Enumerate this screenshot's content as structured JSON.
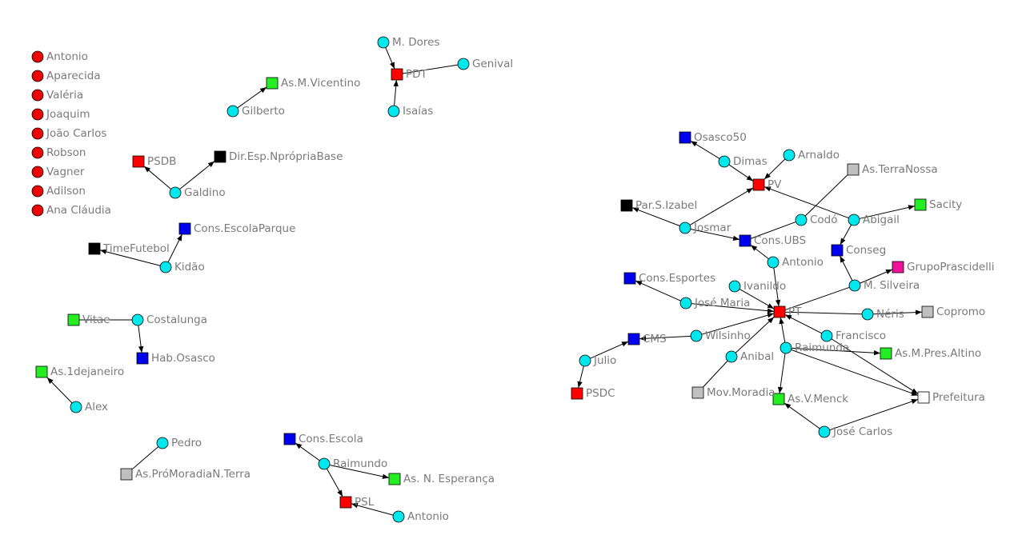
{
  "colors": {
    "person": "#00e8ee",
    "isolated": "#ee0000",
    "party": "#ff0000",
    "association": "#22ee22",
    "council": "#0000ee",
    "other": "#c0c0c0",
    "informal": "#000000",
    "public": "#ffffff",
    "business": "#ee1199",
    "edge": "#000000",
    "label": "#7a7a7a"
  },
  "nodes": [
    {
      "id": "antonio_iso",
      "label": "Antonio",
      "kind": "isolated",
      "shape": "circle"
    },
    {
      "id": "aparecida",
      "label": "Aparecida",
      "kind": "isolated",
      "shape": "circle"
    },
    {
      "id": "valeria",
      "label": "Valéria",
      "kind": "isolated",
      "shape": "circle"
    },
    {
      "id": "joaquim",
      "label": "Joaquim",
      "kind": "isolated",
      "shape": "circle"
    },
    {
      "id": "joaocarlos",
      "label": "João Carlos",
      "kind": "isolated",
      "shape": "circle"
    },
    {
      "id": "robson",
      "label": "Robson",
      "kind": "isolated",
      "shape": "circle"
    },
    {
      "id": "vagner",
      "label": "Vagner",
      "kind": "isolated",
      "shape": "circle"
    },
    {
      "id": "adilson",
      "label": "Adilson",
      "kind": "isolated",
      "shape": "circle"
    },
    {
      "id": "anaclaudia",
      "label": "Ana Cláudia",
      "kind": "isolated",
      "shape": "circle"
    },
    {
      "id": "asmvicentino",
      "label": "As.M.Vicentino",
      "kind": "association",
      "shape": "square"
    },
    {
      "id": "gilberto",
      "label": "Gilberto",
      "kind": "person",
      "shape": "circle"
    },
    {
      "id": "mdores",
      "label": "M. Dores",
      "kind": "person",
      "shape": "circle"
    },
    {
      "id": "pdt",
      "label": "PDT",
      "kind": "party",
      "shape": "square"
    },
    {
      "id": "genival",
      "label": "Genival",
      "kind": "person",
      "shape": "circle"
    },
    {
      "id": "isaias",
      "label": "Isaías",
      "kind": "person",
      "shape": "circle"
    },
    {
      "id": "psdb",
      "label": "PSDB",
      "kind": "party",
      "shape": "square"
    },
    {
      "id": "diresp",
      "label": "Dir.Esp.NprópriaBase",
      "kind": "informal",
      "shape": "square"
    },
    {
      "id": "galdino",
      "label": "Galdino",
      "kind": "person",
      "shape": "circle"
    },
    {
      "id": "consescolaparque",
      "label": "Cons.EscolaParque",
      "kind": "council",
      "shape": "square"
    },
    {
      "id": "timefutebol",
      "label": "TimeFutebol",
      "kind": "informal",
      "shape": "square"
    },
    {
      "id": "kidao",
      "label": "Kidão",
      "kind": "person",
      "shape": "circle"
    },
    {
      "id": "vitae",
      "label": "Vitae",
      "kind": "association",
      "shape": "square"
    },
    {
      "id": "costalunga",
      "label": "Costalunga",
      "kind": "person",
      "shape": "circle"
    },
    {
      "id": "habosasco",
      "label": "Hab.Osasco",
      "kind": "council",
      "shape": "square"
    },
    {
      "id": "as1dejaneiro",
      "label": "As.1dejaneiro",
      "kind": "association",
      "shape": "square"
    },
    {
      "id": "alex",
      "label": "Alex",
      "kind": "person",
      "shape": "circle"
    },
    {
      "id": "pedro",
      "label": "Pedro",
      "kind": "person",
      "shape": "circle"
    },
    {
      "id": "aspromoradia",
      "label": "As.PróMoradiaN.Terra",
      "kind": "other",
      "shape": "square"
    },
    {
      "id": "consescola",
      "label": "Cons.Escola",
      "kind": "council",
      "shape": "square"
    },
    {
      "id": "raimundo_l",
      "label": "Raimundo",
      "kind": "person",
      "shape": "circle"
    },
    {
      "id": "asnesperanca",
      "label": "As. N. Esperança",
      "kind": "association",
      "shape": "square"
    },
    {
      "id": "psl",
      "label": "PSL",
      "kind": "party",
      "shape": "square"
    },
    {
      "id": "antonio_l",
      "label": "Antonio",
      "kind": "person",
      "shape": "circle"
    },
    {
      "id": "osasco50",
      "label": "Osasco50",
      "kind": "council",
      "shape": "square"
    },
    {
      "id": "dimas",
      "label": "Dimas",
      "kind": "person",
      "shape": "circle"
    },
    {
      "id": "arnaldo",
      "label": "Arnaldo",
      "kind": "person",
      "shape": "circle"
    },
    {
      "id": "pv",
      "label": "PV",
      "kind": "party",
      "shape": "square"
    },
    {
      "id": "asterranossa",
      "label": "As.TerraNossa",
      "kind": "other",
      "shape": "square"
    },
    {
      "id": "parsizabel",
      "label": "Par.S.Izabel",
      "kind": "informal",
      "shape": "square"
    },
    {
      "id": "josmar",
      "label": "Josmar",
      "kind": "person",
      "shape": "circle"
    },
    {
      "id": "codo",
      "label": "Codó",
      "kind": "person",
      "shape": "circle"
    },
    {
      "id": "abigail",
      "label": "Abigail",
      "kind": "person",
      "shape": "circle"
    },
    {
      "id": "sacity",
      "label": "Sacity",
      "kind": "association",
      "shape": "square"
    },
    {
      "id": "consubs",
      "label": "Cons.UBS",
      "kind": "council",
      "shape": "square"
    },
    {
      "id": "conseg",
      "label": "Conseg",
      "kind": "council",
      "shape": "square"
    },
    {
      "id": "antonio_r",
      "label": "Antonio",
      "kind": "person",
      "shape": "circle"
    },
    {
      "id": "grupoprascidelli",
      "label": "GrupoPrascidelli",
      "kind": "business",
      "shape": "square"
    },
    {
      "id": "consesportes",
      "label": "Cons.Esportes",
      "kind": "council",
      "shape": "square"
    },
    {
      "id": "ivanildo",
      "label": "Ivanildo",
      "kind": "person",
      "shape": "circle"
    },
    {
      "id": "msilveira",
      "label": "M. Silveira",
      "kind": "person",
      "shape": "circle"
    },
    {
      "id": "josemaria",
      "label": "José Maria",
      "kind": "person",
      "shape": "circle"
    },
    {
      "id": "pt",
      "label": "PT",
      "kind": "party",
      "shape": "square"
    },
    {
      "id": "neris",
      "label": "Néris",
      "kind": "person",
      "shape": "circle"
    },
    {
      "id": "copromo",
      "label": "Copromo",
      "kind": "other",
      "shape": "square"
    },
    {
      "id": "cms",
      "label": "CMS",
      "kind": "council",
      "shape": "square"
    },
    {
      "id": "wilsinho",
      "label": "Wilsinho",
      "kind": "person",
      "shape": "circle"
    },
    {
      "id": "francisco",
      "label": "Francisco",
      "kind": "person",
      "shape": "circle"
    },
    {
      "id": "julio",
      "label": "Julio",
      "kind": "person",
      "shape": "circle"
    },
    {
      "id": "anibal",
      "label": "Anibal",
      "kind": "person",
      "shape": "circle"
    },
    {
      "id": "raimunda",
      "label": "Raimunda",
      "kind": "person",
      "shape": "circle"
    },
    {
      "id": "asmpresaltino",
      "label": "As.M.Pres.Altino",
      "kind": "association",
      "shape": "square"
    },
    {
      "id": "psdc",
      "label": "PSDC",
      "kind": "party",
      "shape": "square"
    },
    {
      "id": "movmoradia",
      "label": "Mov.Moradia",
      "kind": "other",
      "shape": "square"
    },
    {
      "id": "asvmenck",
      "label": "As.V.Menck",
      "kind": "association",
      "shape": "square"
    },
    {
      "id": "prefeitura",
      "label": "Prefeitura",
      "kind": "public",
      "shape": "square"
    },
    {
      "id": "josecarlos",
      "label": "José Carlos",
      "kind": "person",
      "shape": "circle"
    }
  ],
  "edges": [
    {
      "from": "gilberto",
      "to": "asmvicentino",
      "arrow": true
    },
    {
      "from": "mdores",
      "to": "pdt",
      "arrow": true
    },
    {
      "from": "genival",
      "to": "pdt",
      "arrow": false
    },
    {
      "from": "isaias",
      "to": "pdt",
      "arrow": true
    },
    {
      "from": "galdino",
      "to": "psdb",
      "arrow": true
    },
    {
      "from": "galdino",
      "to": "diresp",
      "arrow": true
    },
    {
      "from": "kidao",
      "to": "consescolaparque",
      "arrow": true
    },
    {
      "from": "kidao",
      "to": "timefutebol",
      "arrow": true
    },
    {
      "from": "costalunga",
      "to": "vitae",
      "arrow": false
    },
    {
      "from": "costalunga",
      "to": "habosasco",
      "arrow": true
    },
    {
      "from": "alex",
      "to": "as1dejaneiro",
      "arrow": true
    },
    {
      "from": "pedro",
      "to": "aspromoradia",
      "arrow": false
    },
    {
      "from": "raimundo_l",
      "to": "consescola",
      "arrow": true
    },
    {
      "from": "raimundo_l",
      "to": "asnesperanca",
      "arrow": true
    },
    {
      "from": "raimundo_l",
      "to": "psl",
      "arrow": true
    },
    {
      "from": "antonio_l",
      "to": "psl",
      "arrow": true
    },
    {
      "from": "dimas",
      "to": "osasco50",
      "arrow": true
    },
    {
      "from": "dimas",
      "to": "pv",
      "arrow": true
    },
    {
      "from": "arnaldo",
      "to": "pv",
      "arrow": true
    },
    {
      "from": "josmar",
      "to": "pv",
      "arrow": true
    },
    {
      "from": "josmar",
      "to": "parsizabel",
      "arrow": true
    },
    {
      "from": "josmar",
      "to": "consubs",
      "arrow": true
    },
    {
      "from": "abigail",
      "to": "pv",
      "arrow": true
    },
    {
      "from": "abigail",
      "to": "sacity",
      "arrow": true
    },
    {
      "from": "abigail",
      "to": "conseg",
      "arrow": true
    },
    {
      "from": "codo",
      "to": "asterranossa",
      "arrow": false
    },
    {
      "from": "codo",
      "to": "consubs",
      "arrow": false
    },
    {
      "from": "antonio_r",
      "to": "consubs",
      "arrow": true
    },
    {
      "from": "antonio_r",
      "to": "pt",
      "arrow": true
    },
    {
      "from": "msilveira",
      "to": "conseg",
      "arrow": true
    },
    {
      "from": "msilveira",
      "to": "grupoprascidelli",
      "arrow": true
    },
    {
      "from": "msilveira",
      "to": "pt",
      "arrow": false
    },
    {
      "from": "josemaria",
      "to": "consesportes",
      "arrow": true
    },
    {
      "from": "josemaria",
      "to": "pt",
      "arrow": true
    },
    {
      "from": "ivanildo",
      "to": "pt",
      "arrow": true
    },
    {
      "from": "neris",
      "to": "copromo",
      "arrow": true
    },
    {
      "from": "neris",
      "to": "pt",
      "arrow": false
    },
    {
      "from": "wilsinho",
      "to": "cms",
      "arrow": true
    },
    {
      "from": "wilsinho",
      "to": "pt",
      "arrow": true
    },
    {
      "from": "francisco",
      "to": "pt",
      "arrow": true
    },
    {
      "from": "francisco",
      "to": "prefeitura",
      "arrow": true
    },
    {
      "from": "julio",
      "to": "cms",
      "arrow": true
    },
    {
      "from": "julio",
      "to": "psdc",
      "arrow": true
    },
    {
      "from": "anibal",
      "to": "movmoradia",
      "arrow": false
    },
    {
      "from": "anibal",
      "to": "pt",
      "arrow": true
    },
    {
      "from": "raimunda",
      "to": "pt",
      "arrow": true
    },
    {
      "from": "raimunda",
      "to": "asvmenck",
      "arrow": true
    },
    {
      "from": "raimunda",
      "to": "asmpresaltino",
      "arrow": true
    },
    {
      "from": "raimunda",
      "to": "prefeitura",
      "arrow": true
    },
    {
      "from": "josecarlos",
      "to": "asvmenck",
      "arrow": true
    },
    {
      "from": "josecarlos",
      "to": "prefeitura",
      "arrow": true
    }
  ]
}
